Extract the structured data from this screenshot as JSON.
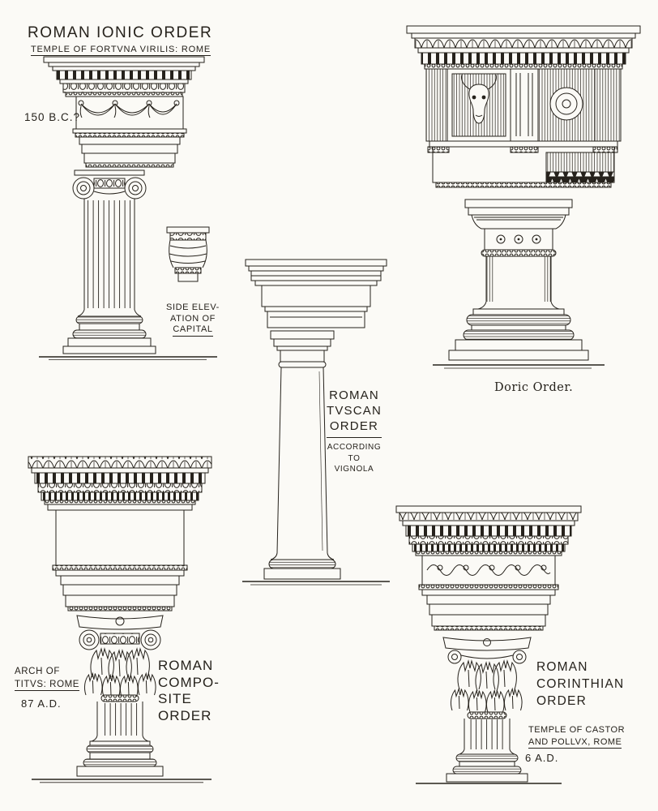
{
  "plate": {
    "ink_color": "#26221c",
    "paper_color": "#fbfaf6",
    "ionic": {
      "title": "ROMAN IONIC ORDER",
      "subtitle": "TEMPLE OF FORTVNA VIRILIS: ROME",
      "date_note": "150 B.C.?",
      "detail_caption": [
        "SIDE ELEV-",
        "ATION OF",
        "CAPITAL"
      ]
    },
    "doric": {
      "caption": "Doric Order."
    },
    "tuscan": {
      "title_lines": [
        "ROMAN",
        "TVSCAN",
        "ORDER"
      ],
      "subtitle_lines": [
        "ACCORDING TO",
        "VIGNOLA"
      ]
    },
    "composite": {
      "source_lines": [
        "ARCH OF",
        "TITVS: ROME"
      ],
      "date_note": "87 A.D.",
      "title_lines": [
        "ROMAN",
        "COMPO-",
        "SITE",
        "ORDER"
      ]
    },
    "corinthian": {
      "title_lines": [
        "ROMAN",
        "CORINTHIAN",
        "ORDER"
      ],
      "source_lines": [
        "TEMPLE OF CASTOR",
        "AND POLLVX, ROME"
      ],
      "date_note": "6 A.D."
    }
  }
}
